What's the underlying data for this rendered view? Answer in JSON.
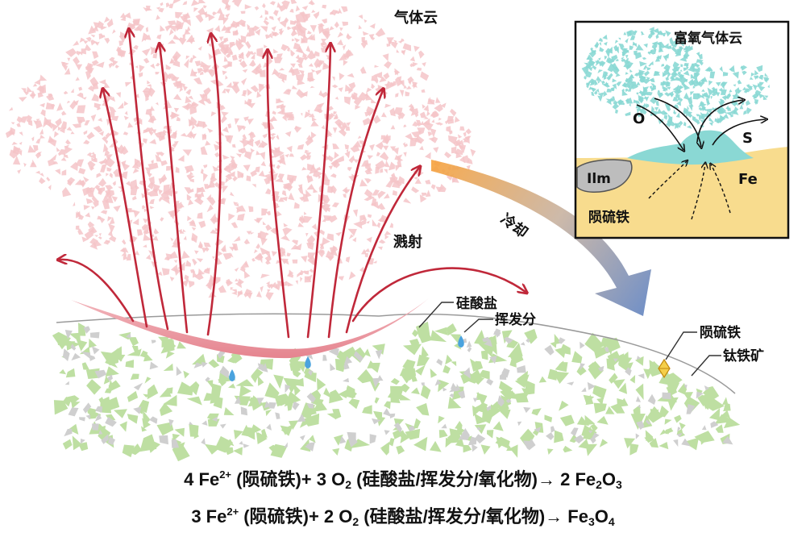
{
  "labels": {
    "gas_cloud": "气体云",
    "splash": "溅射",
    "cooling": "冷却",
    "silicate": "硅酸盐",
    "volatiles": "挥发分",
    "troilite": "陨硫铁",
    "ilmenite": "钛铁矿"
  },
  "inset": {
    "title": "富氧气体云",
    "o_label": "O",
    "s_label": "S",
    "ilm_label": "Ilm",
    "fe_label": "Fe",
    "troilite_label": "陨硫铁"
  },
  "equations": [
    {
      "lead": "4 Fe",
      "charge": "2+",
      "mid": " (陨硫铁)+ 3 O",
      "o_sub": "2",
      "tail": " (硅酸盐/挥发分/氧化物)→ 2 Fe",
      "p_sub1": "2",
      "p_mid": "O",
      "p_sub2": "3"
    },
    {
      "lead": "3 Fe",
      "charge": "2+",
      "mid": " (陨硫铁)+ 2 O",
      "o_sub": "2",
      "tail": " (硅酸盐/挥发分/氧化物)→ Fe",
      "p_sub1": "3",
      "p_mid": "O",
      "p_sub2": "4"
    }
  ],
  "colors": {
    "cloud_fragments": "#f4c4c8",
    "arrows": "#c0283a",
    "crater": "#ee9aa2",
    "ground_green": "#bedfa2",
    "ground_gray": "#cfcfcf",
    "droplet": "#4aa3de",
    "inset_cyan": "#8ad8d4",
    "inset_sand": "#f8dc8e",
    "ilmenite_gray": "#bdbdbd",
    "cooling_arrow_start": "#f6a23e",
    "cooling_arrow_end": "#6d8ec8"
  }
}
